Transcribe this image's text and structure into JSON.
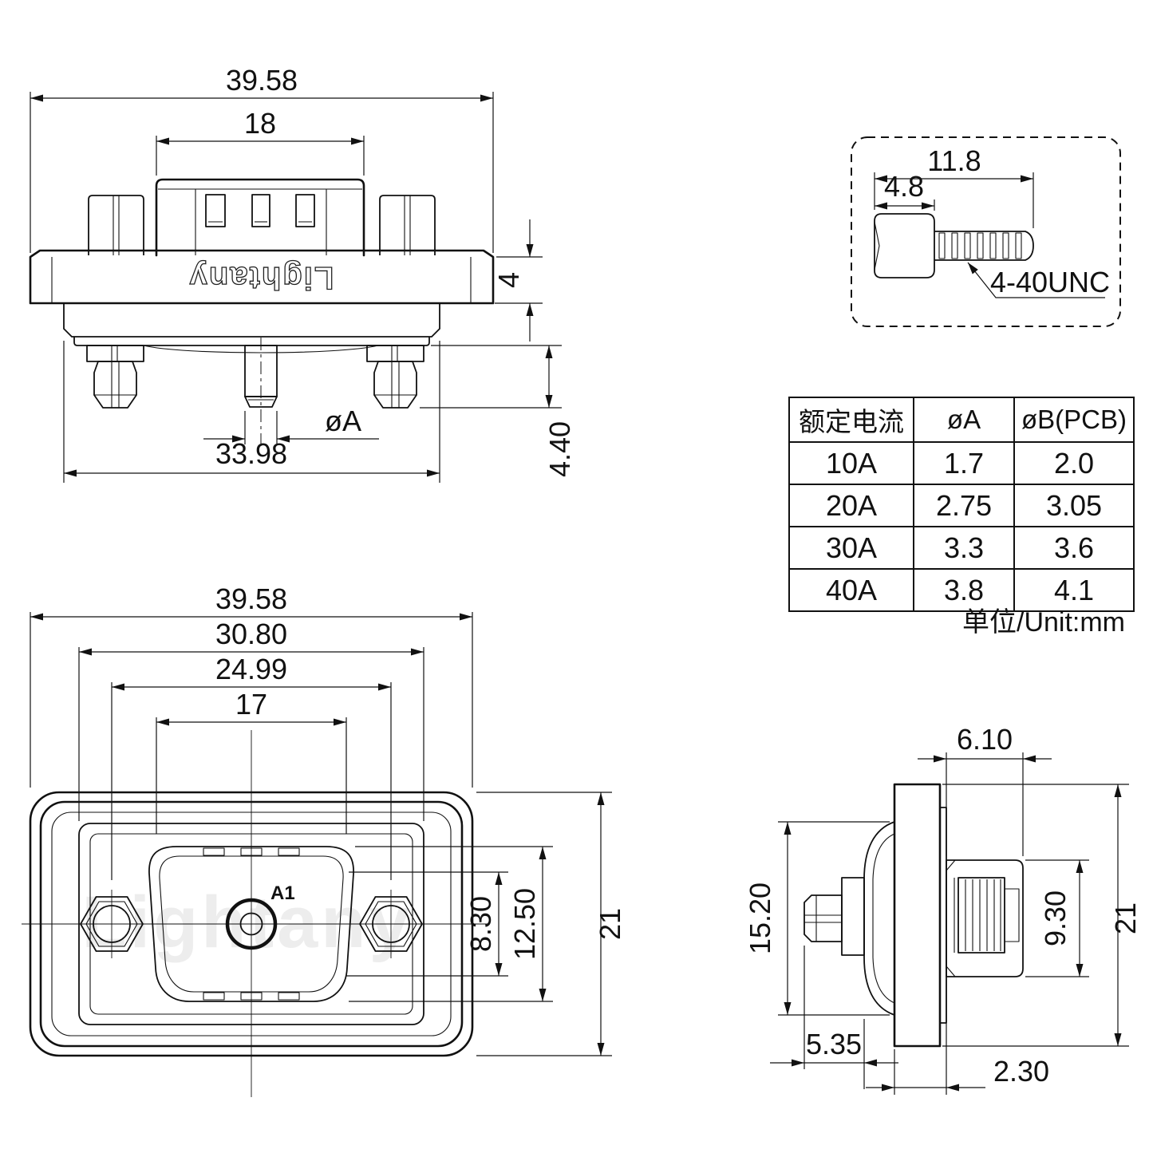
{
  "sheet": {
    "background": "#ffffff",
    "ink": "#111111",
    "watermark_color": "#e4e4e4"
  },
  "branding": {
    "logo_text": "Lightany",
    "watermark_text": "Lightany"
  },
  "top_view": {
    "dim_overall_width": "39.58",
    "dim_shell_width": "18",
    "dim_flange_thickness": "4",
    "dim_pin_protrusion": "4.40",
    "dim_body_width": "33.98",
    "pin_diameter_label": "øA"
  },
  "screw_detail": {
    "dim_total_length": "11.8",
    "dim_head_length": "4.8",
    "thread_label": "4-40UNC"
  },
  "front_view": {
    "dim_overall_width": "39.58",
    "dim_flange_width": "30.80",
    "dim_mount_pitch": "24.99",
    "dim_insert_width": "17",
    "dim_insert_height": "8.30",
    "dim_cavity_height": "12.50",
    "dim_overall_height": "21",
    "pin_label": "A1"
  },
  "side_view": {
    "dim_rear_depth": "6.10",
    "dim_body_height": "15.20",
    "dim_insulator_height": "9.30",
    "dim_overall_height": "21",
    "dim_pin_length": "5.35",
    "dim_flange_gap": "2.30"
  },
  "spec_table": {
    "headers": [
      "额定电流",
      "øA",
      "øB(PCB)"
    ],
    "rows": [
      [
        "10A",
        "1.7",
        "2.0"
      ],
      [
        "20A",
        "2.75",
        "3.05"
      ],
      [
        "30A",
        "3.3",
        "3.6"
      ],
      [
        "40A",
        "3.8",
        "4.1"
      ]
    ],
    "unit_note": "单位/Unit:mm"
  }
}
